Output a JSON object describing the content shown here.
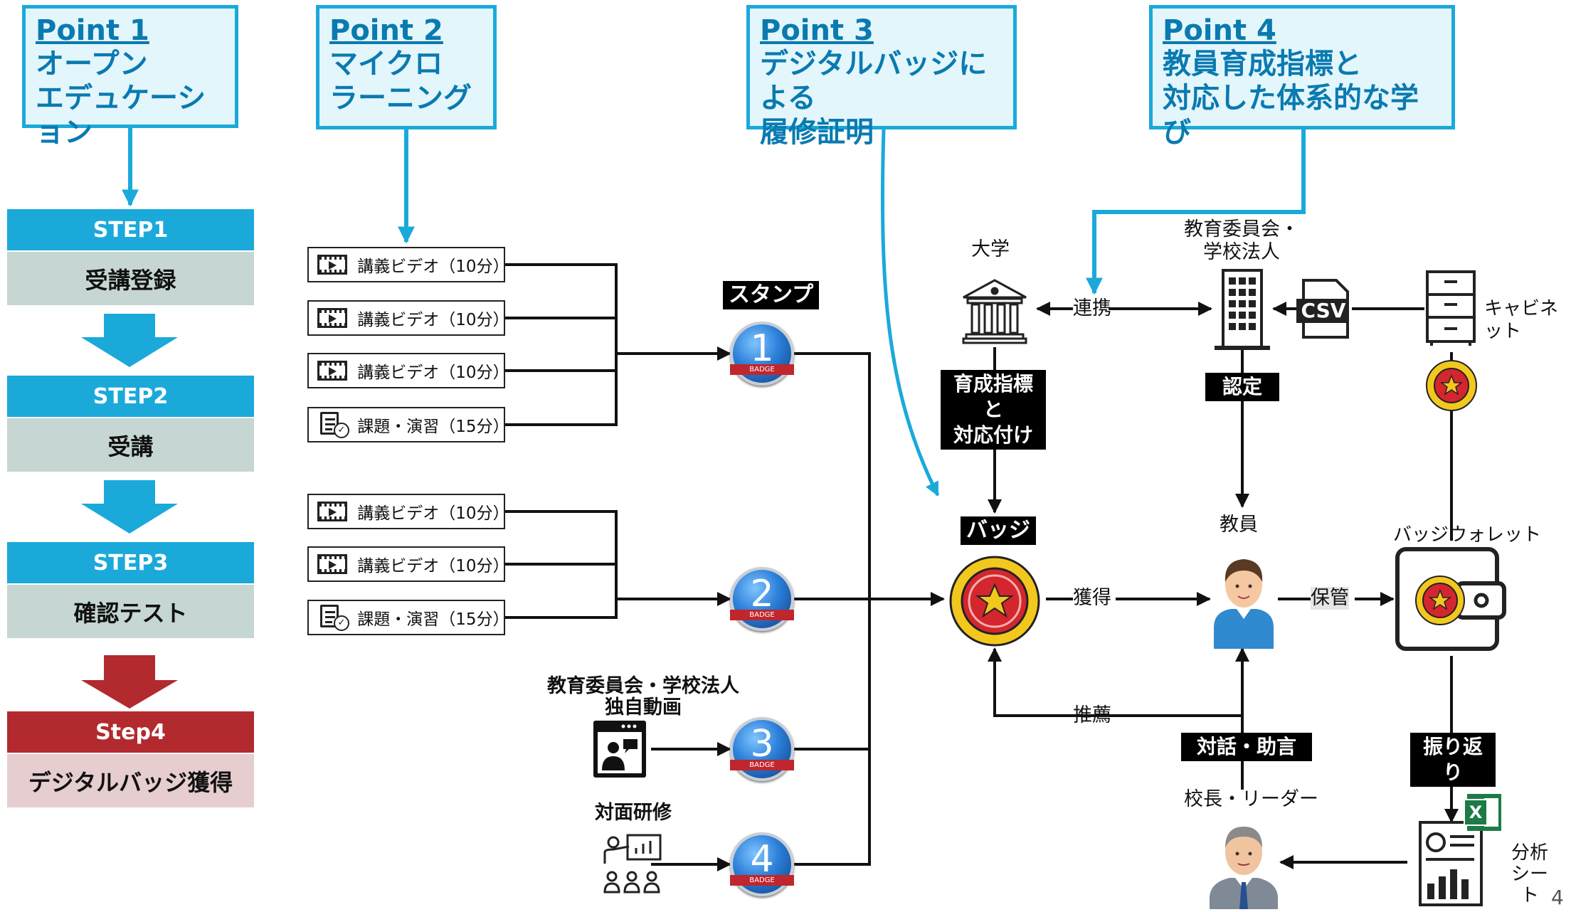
{
  "points": [
    {
      "title": "Point 1",
      "text": "オープン\nエデュケーション"
    },
    {
      "title": "Point 2",
      "text": "マイクロ\nラーニング"
    },
    {
      "title": "Point 3",
      "text": "デジタルバッジによる\n履修証明"
    },
    {
      "title": "Point 4",
      "text": "教員育成指標と\n対応した体系的な学び"
    }
  ],
  "steps": [
    {
      "head": "STEP1",
      "body": "受講登録"
    },
    {
      "head": "STEP2",
      "body": "受講"
    },
    {
      "head": "STEP3",
      "body": "確認テスト"
    },
    {
      "head": "Step4",
      "body": "デジタルバッジ獲得"
    }
  ],
  "lessons_group1": [
    "講義ビデオ（10分）",
    "講義ビデオ（10分）",
    "講義ビデオ（10分）",
    "課題・演習（15分）"
  ],
  "lessons_group2": [
    "講義ビデオ（10分）",
    "講義ビデオ（10分）",
    "課題・演習（15分）"
  ],
  "badges": {
    "numbers": [
      "1",
      "2",
      "3",
      "4"
    ],
    "ribbon_text": "BADGE"
  },
  "stamp_label": "スタンプ",
  "own_video_label": "教育委員会・学校法人\n独自動画",
  "face_to_face_label": "対面研修",
  "university_label": "大学",
  "board_label": "教育委員会・\n学校法人",
  "cabinet_label": "キャビネット",
  "csv_label": "CSV",
  "link_label": "連携",
  "alignment_label": "育成指標と\n対応付け",
  "certify_label": "認定",
  "badge_label": "バッジ",
  "teacher_label": "教員",
  "acquire_label": "獲得",
  "store_label": "保管",
  "wallet_label": "バッジウォレット",
  "recommend_label": "推薦",
  "dialogue_label": "対話・助言",
  "reflection_label": "振り返り",
  "principal_label": "校長・リーダー",
  "analysis_label": "分析\nシート",
  "excel_label": "X",
  "page_number": "4",
  "colors": {
    "accent_blue": "#1ba9da",
    "step_gray": "#c5d6d3",
    "step4_red": "#b22a2e",
    "step4_pink": "#e6cdd0"
  }
}
